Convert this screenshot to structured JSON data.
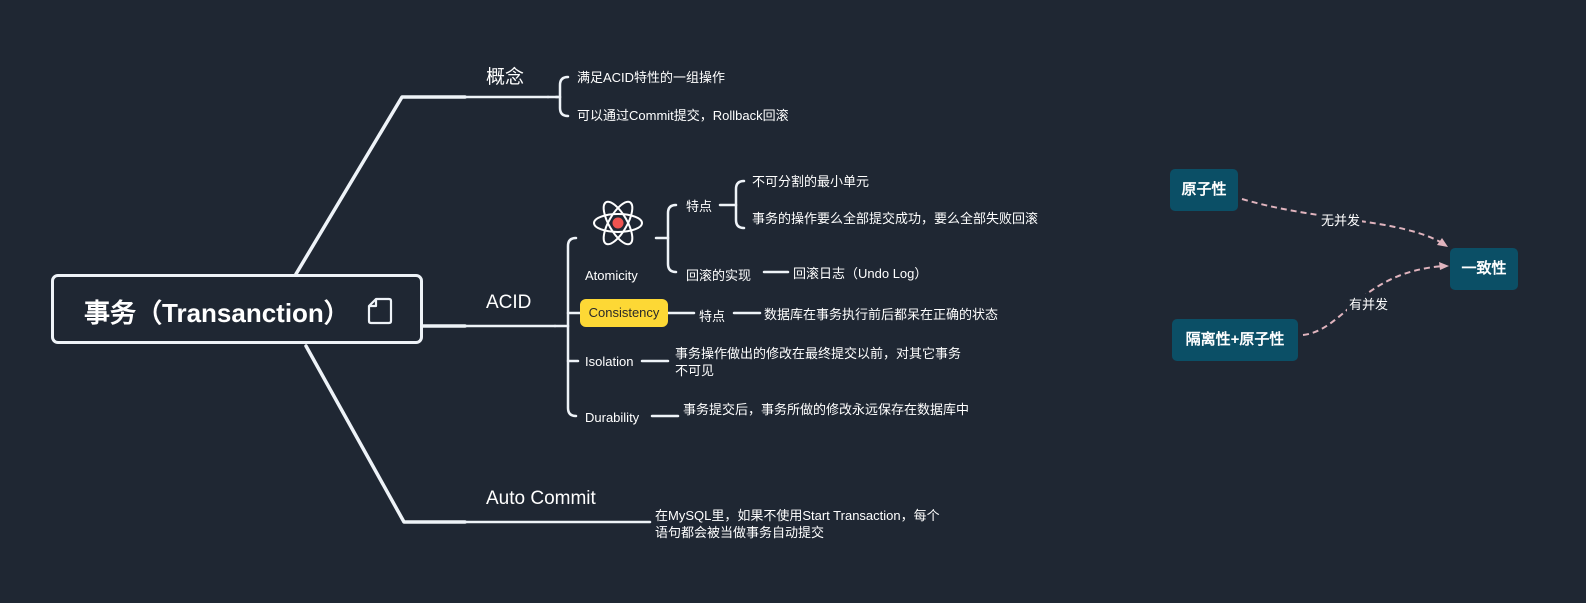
{
  "root": {
    "title": "事务（Transanction）",
    "note_icon": "note-icon"
  },
  "branches": {
    "concept": {
      "label": "概念",
      "items": [
        "满足ACID特性的一组操作",
        "可以通过Commit提交，Rollback回滚"
      ]
    },
    "acid": {
      "label": "ACID",
      "atomicity": {
        "label": "Atomicity",
        "icon": "atom-icon",
        "features_label": "特点",
        "features": [
          "不可分割的最小单元",
          "事务的操作要么全部提交成功，要么全部失败回滚"
        ],
        "rollback_label": "回滚的实现",
        "rollback_value": "回滚日志（Undo Log）"
      },
      "consistency": {
        "label": "Consistency",
        "features_label": "特点",
        "feature": "数据库在事务执行前后都呆在正确的状态",
        "tag_color": "#fdd835"
      },
      "isolation": {
        "label": "Isolation",
        "desc": "事务操作做出的修改在最终提交以前，对其它事务不可见"
      },
      "durability": {
        "label": "Durability",
        "desc": "事务提交后，事务所做的修改永远保存在数据库中"
      }
    },
    "autocommit": {
      "label": "Auto Commit",
      "desc": "在MySQL里，如果不使用Start Transaction，每个语句都会被当做事务自动提交"
    }
  },
  "relation": {
    "atomicity": "原子性",
    "consistency": "一致性",
    "iso_atom": "隔离性+原子性",
    "edge_no_concurrency": "无并发",
    "edge_concurrency": "有并发",
    "box_color": "#0b4f66",
    "edge_color": "#e0b4be"
  },
  "colors": {
    "background": "#1f2733",
    "line": "#eef3f8"
  }
}
